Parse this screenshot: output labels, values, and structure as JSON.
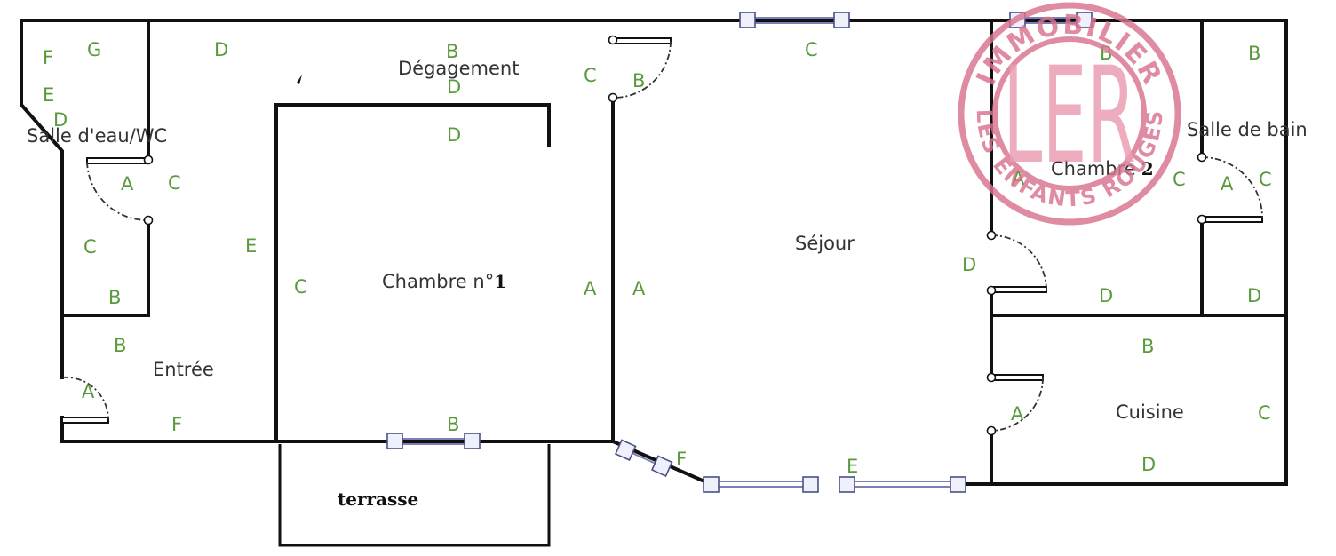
{
  "rooms": {
    "salle_eau": "Salle d'eau/WC",
    "degagement": "Dégagement",
    "chambre1": "Chambre n°",
    "chambre1_num": "1",
    "entree": "Entrée",
    "terrasse": "terrasse",
    "sejour": "Séjour",
    "chambre2": "Chambre",
    "chambre2_num": "2",
    "salle_bain": "Salle de bain",
    "cuisine": "Cuisine"
  },
  "markers": {
    "m01": "F",
    "m02": "G",
    "m03": "E",
    "m04": "D",
    "m05": "A",
    "m06": "C",
    "m07": "C",
    "m08": "B",
    "m09": "D",
    "m10": "E",
    "m11": "B",
    "m12": "D",
    "m13": "D",
    "m14": "C",
    "m15": "B",
    "m16": "A",
    "m17": "F",
    "m18": "B",
    "m19": "C",
    "m20": "B",
    "m21": "C",
    "m22": "A",
    "m23": "A",
    "m24": "F",
    "m25": "E",
    "m26": "B",
    "m27": "B",
    "m28": "A",
    "m29": "C",
    "m30": "A",
    "m31": "C",
    "m32": "D",
    "m33": "D",
    "m34": "D",
    "m35": "B",
    "m36": "A",
    "m37": "C",
    "m38": "D"
  },
  "watermark": {
    "monogram": "LER",
    "top_text": "IMMOBILIER",
    "bottom_text": "LES ENFANTS ROUGES",
    "color": "#d9748e"
  }
}
